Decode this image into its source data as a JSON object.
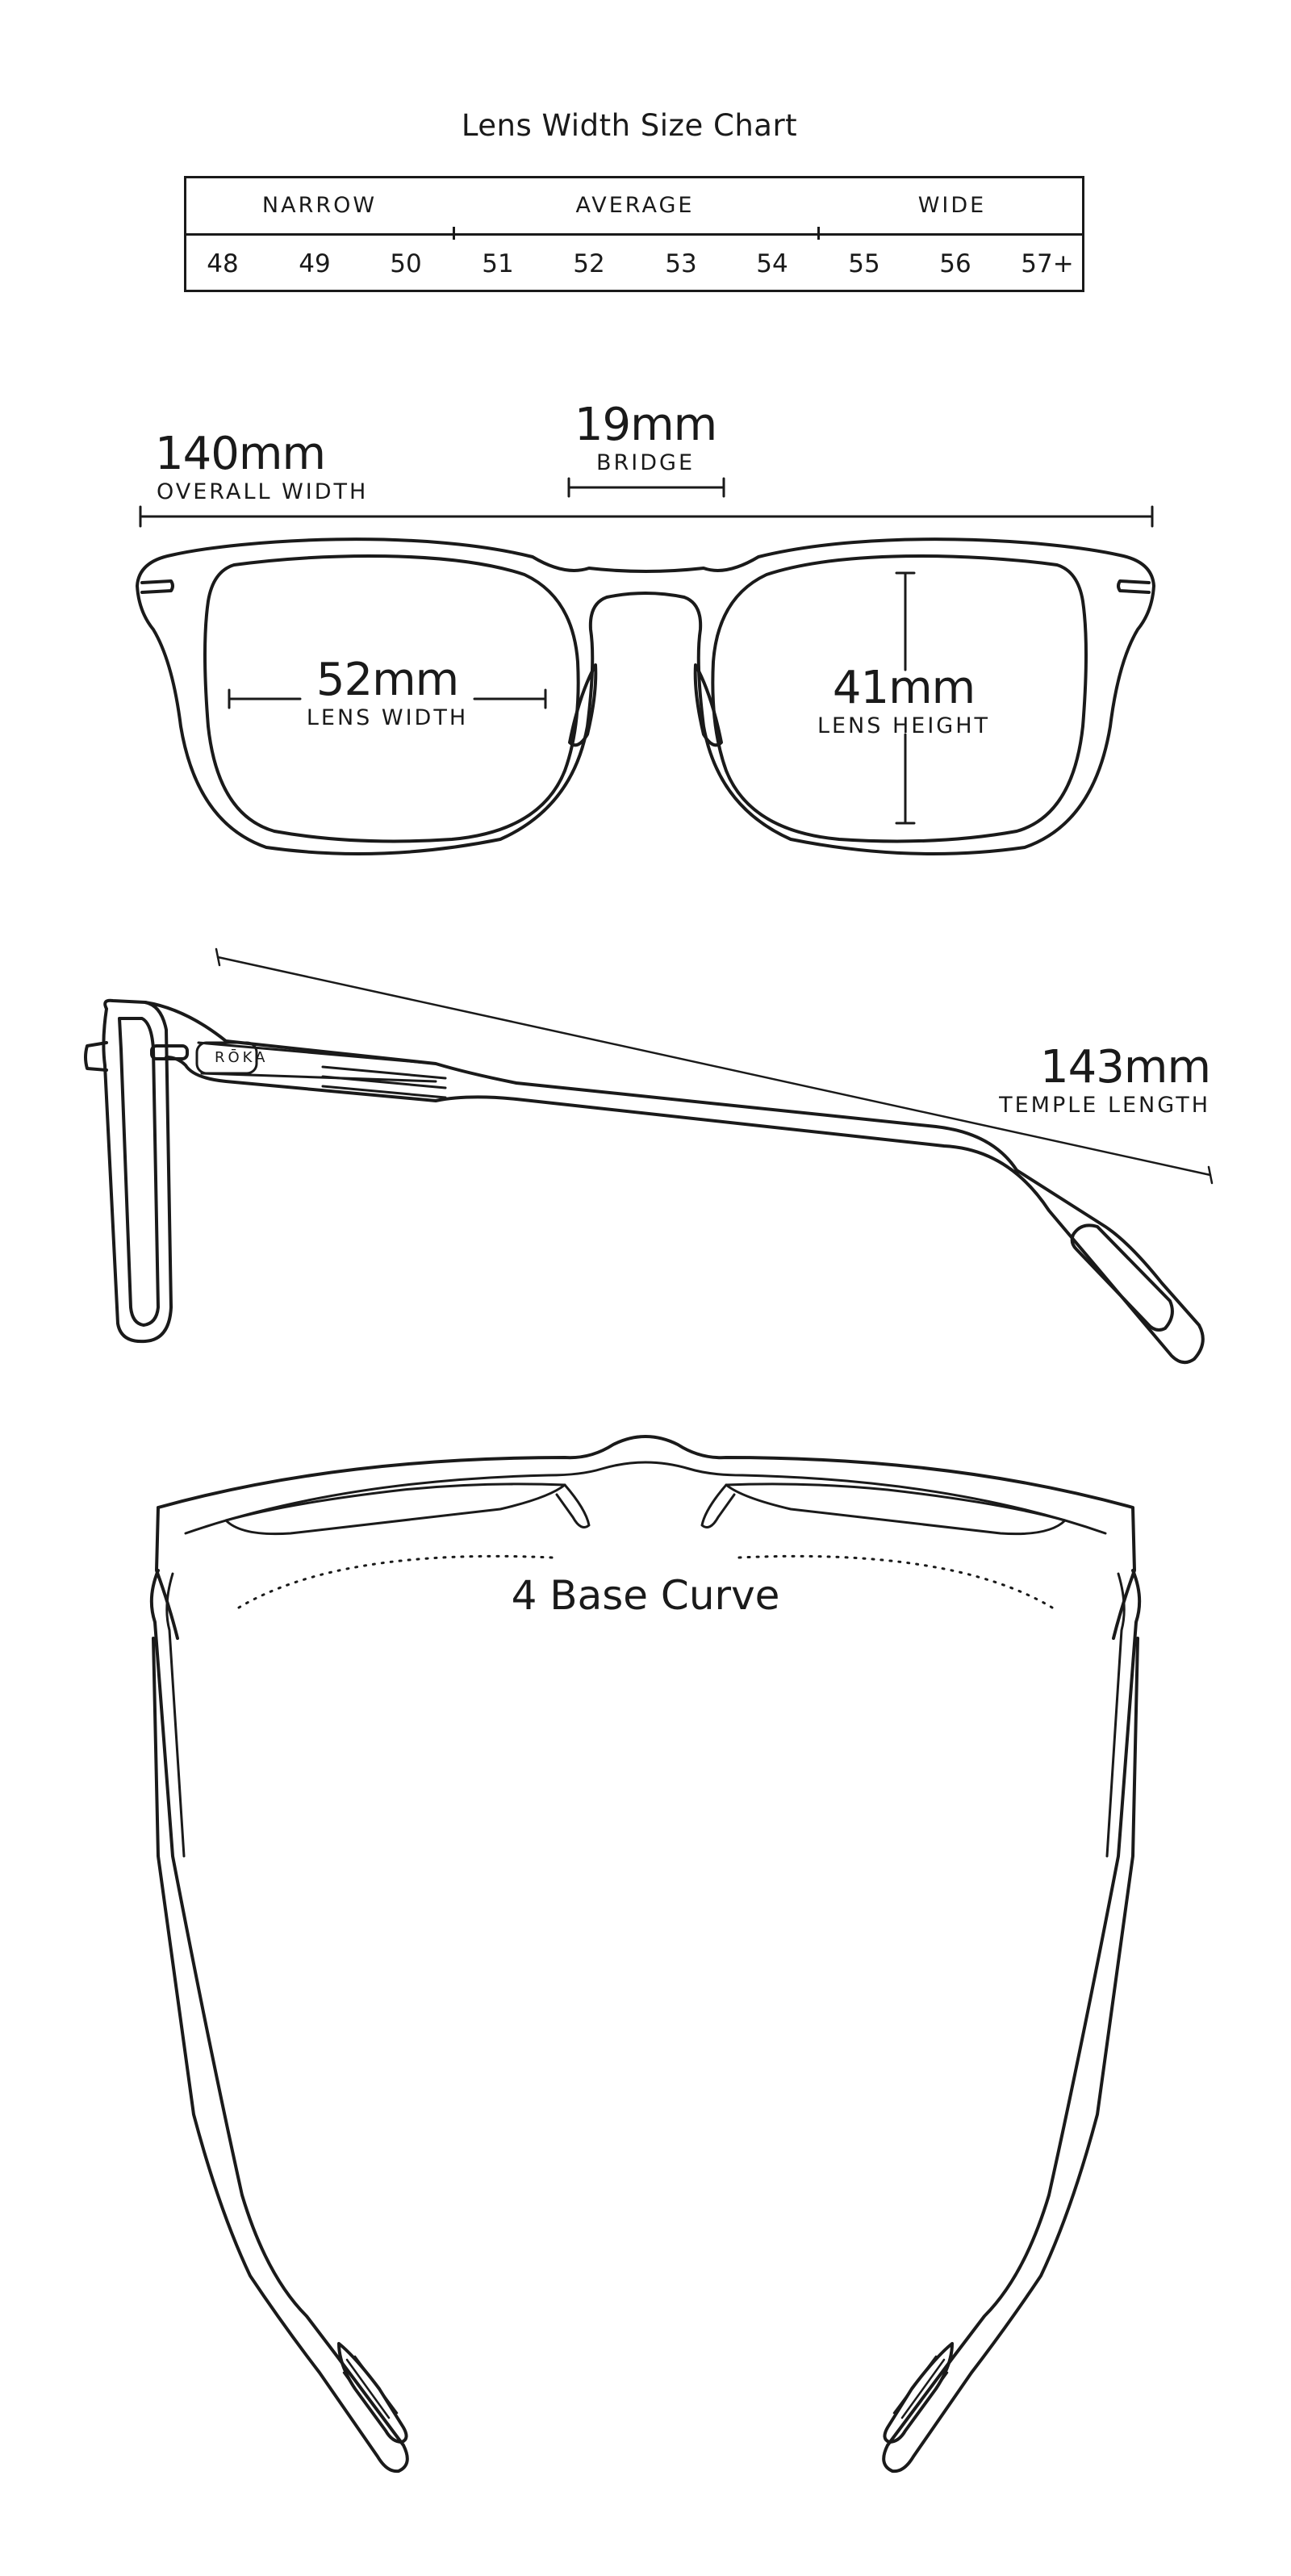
{
  "title": "Lens Width Size Chart",
  "size_chart": {
    "categories": [
      {
        "label": "NARROW",
        "sizes": [
          "48",
          "49",
          "50"
        ]
      },
      {
        "label": "AVERAGE",
        "sizes": [
          "51",
          "52",
          "53",
          "54"
        ]
      },
      {
        "label": "WIDE",
        "sizes": [
          "55",
          "56",
          "57+"
        ]
      }
    ]
  },
  "front_view": {
    "overall_width": {
      "value": "140mm",
      "label": "OVERALL WIDTH"
    },
    "bridge": {
      "value": "19mm",
      "label": "BRIDGE"
    },
    "lens_width": {
      "value": "52mm",
      "label": "LENS WIDTH"
    },
    "lens_height": {
      "value": "41mm",
      "label": "LENS HEIGHT"
    }
  },
  "side_view": {
    "temple_length": {
      "value": "143mm",
      "label": "TEMPLE LENGTH"
    },
    "brand": "RŌKA"
  },
  "top_view": {
    "base_curve": "4 Base Curve"
  },
  "colors": {
    "line": "#1a1a1a",
    "background": "#ffffff"
  }
}
